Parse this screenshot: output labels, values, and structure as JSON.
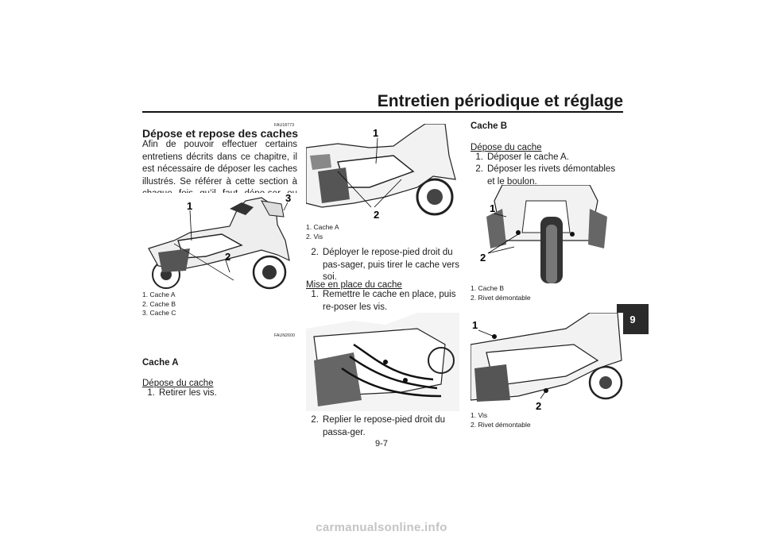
{
  "header": {
    "title": "Entretien périodique et réglage",
    "chapter_tab": "9"
  },
  "page_number": "9-7",
  "col1": {
    "code1": "FAU18773",
    "heading": "Dépose et repose des caches",
    "paragraph": "Afin de pouvoir effectuer certains entretiens décrits dans ce chapitre, il est nécessaire de déposer les caches illustrés. Se référer à cette section à chaque fois qu’il faut dépo-ser ou reposer un cache.",
    "figure1": {
      "labels": [
        "1",
        "2",
        "3"
      ],
      "captions": [
        "1. Cache A",
        "2. Cache B",
        "3. Cache C"
      ]
    },
    "code2": "FAUN2600",
    "sub_heading": "Cache A",
    "removal_title": "Dépose du cache",
    "step1": {
      "num": "1.",
      "text": "Retirer les vis."
    }
  },
  "col2": {
    "figure2": {
      "labels": [
        "1",
        "2"
      ],
      "captions": [
        "1. Cache A",
        "2. Vis"
      ]
    },
    "step2": {
      "num": "2.",
      "text": "Déployer le repose-pied droit du pas-sager, puis tirer le cache vers soi."
    },
    "install_title": "Mise en place du cache",
    "istep1": {
      "num": "1.",
      "text": "Remettre le cache en place, puis re-poser les vis."
    },
    "istep2": {
      "num": "2.",
      "text": "Replier le repose-pied droit du passa-ger."
    }
  },
  "col3": {
    "sub_heading": "Cache B",
    "removal_title": "Dépose du cache",
    "step1": {
      "num": "1.",
      "text": "Déposer le cache A."
    },
    "step2": {
      "num": "2.",
      "text": "Déposer les rivets démontables et le boulon."
    },
    "figure4": {
      "labels": [
        "1",
        "2"
      ],
      "captions": [
        "1. Cache B",
        "2. Rivet démontable"
      ]
    },
    "figure5": {
      "labels": [
        "1",
        "2"
      ],
      "captions": [
        "1. Vis",
        "2. Rivet démontable"
      ]
    }
  },
  "watermark": "carmanualsonline.info"
}
